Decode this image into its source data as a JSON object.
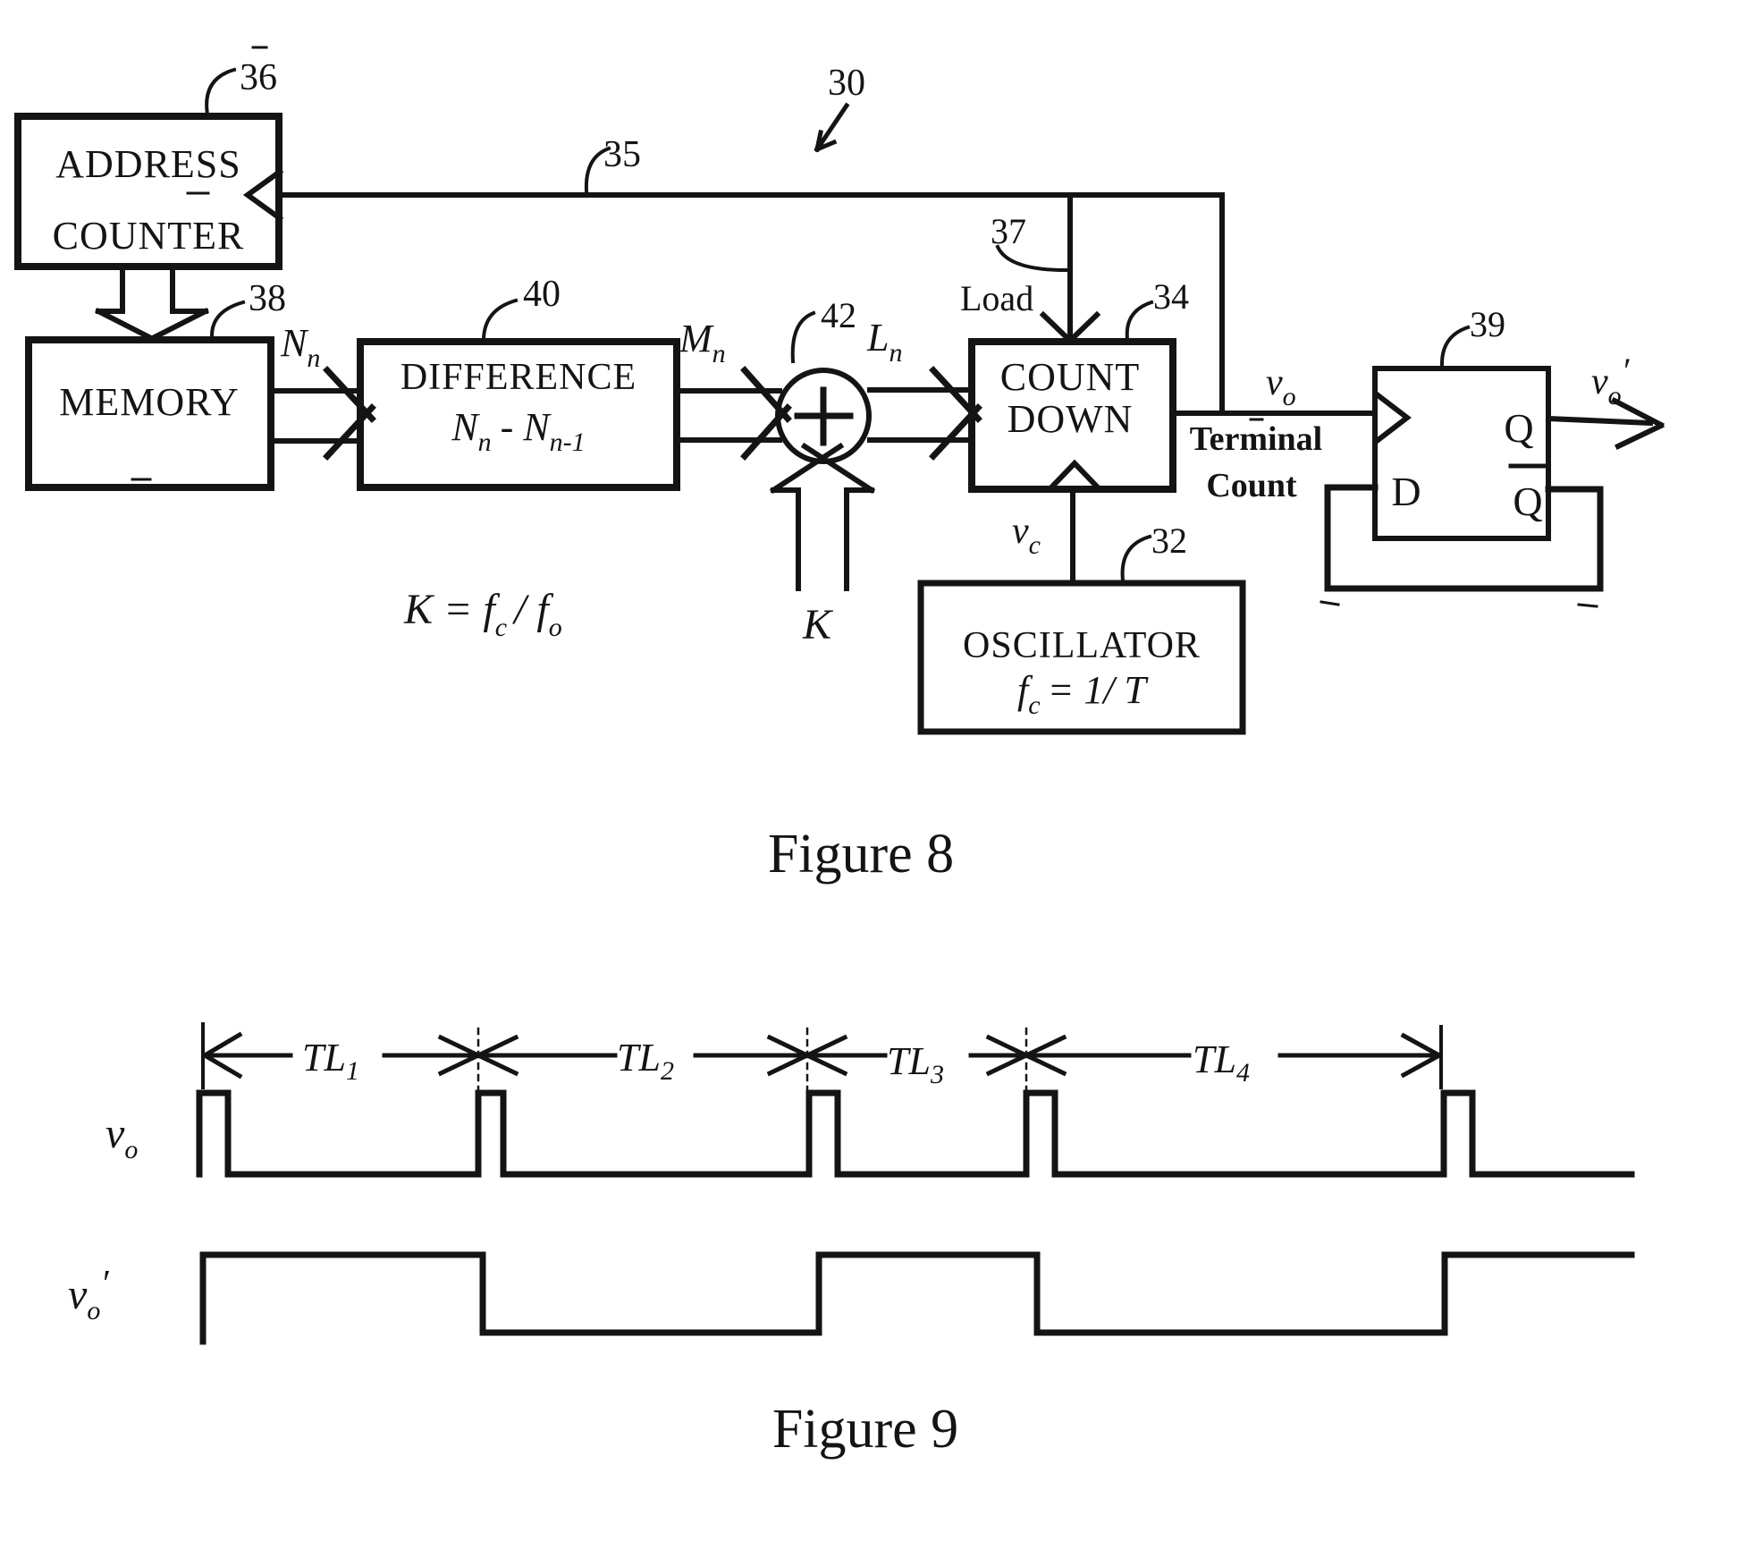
{
  "fig8": {
    "caption": "Figure 8",
    "refs": {
      "system": "30",
      "feedback": "35",
      "load": "37"
    },
    "address_counter": {
      "ref": "36",
      "line1": "ADDRESS",
      "line2": "COUNTER"
    },
    "memory": {
      "ref": "38",
      "label": "MEMORY"
    },
    "difference": {
      "ref": "40",
      "title": "DIFFERENCE",
      "f1": "N",
      "f1s": "n",
      "f2": "- N",
      "f2s": "n-1"
    },
    "adder": {
      "ref": "42"
    },
    "count_down": {
      "ref": "34",
      "line1": "COUNT",
      "line2": "DOWN"
    },
    "oscillator": {
      "ref": "32",
      "title": "OSCILLATOR",
      "f1": "f",
      "f1s": "c",
      "f2": "= 1/ T"
    },
    "flip_flop": {
      "ref": "39",
      "d": "D",
      "q": "Q",
      "qbar": "Q"
    },
    "sig": {
      "nn": {
        "m": "N",
        "s": "n"
      },
      "mn": {
        "m": "M",
        "s": "n"
      },
      "ln": {
        "m": "L",
        "s": "n"
      },
      "load": "Load",
      "vo": {
        "m": "v",
        "s": "o"
      },
      "terminal1": "Terminal",
      "terminal2": "Count",
      "vc": {
        "m": "v",
        "s": "c"
      },
      "vop": {
        "m": "v",
        "s": "o",
        "p": "′"
      },
      "k": "K",
      "keq": {
        "p1": "K = f",
        "s1": "c",
        "p2": "/ f",
        "s2": "o"
      }
    }
  },
  "fig9": {
    "caption": "Figure 9",
    "tl": [
      {
        "m": "TL",
        "s": "1"
      },
      {
        "m": "TL",
        "s": "2"
      },
      {
        "m": "TL",
        "s": "3"
      },
      {
        "m": "TL",
        "s": "4"
      }
    ],
    "vo": {
      "m": "v",
      "s": "o"
    },
    "vop": {
      "m": "v",
      "s": "o",
      "p": "′"
    }
  }
}
